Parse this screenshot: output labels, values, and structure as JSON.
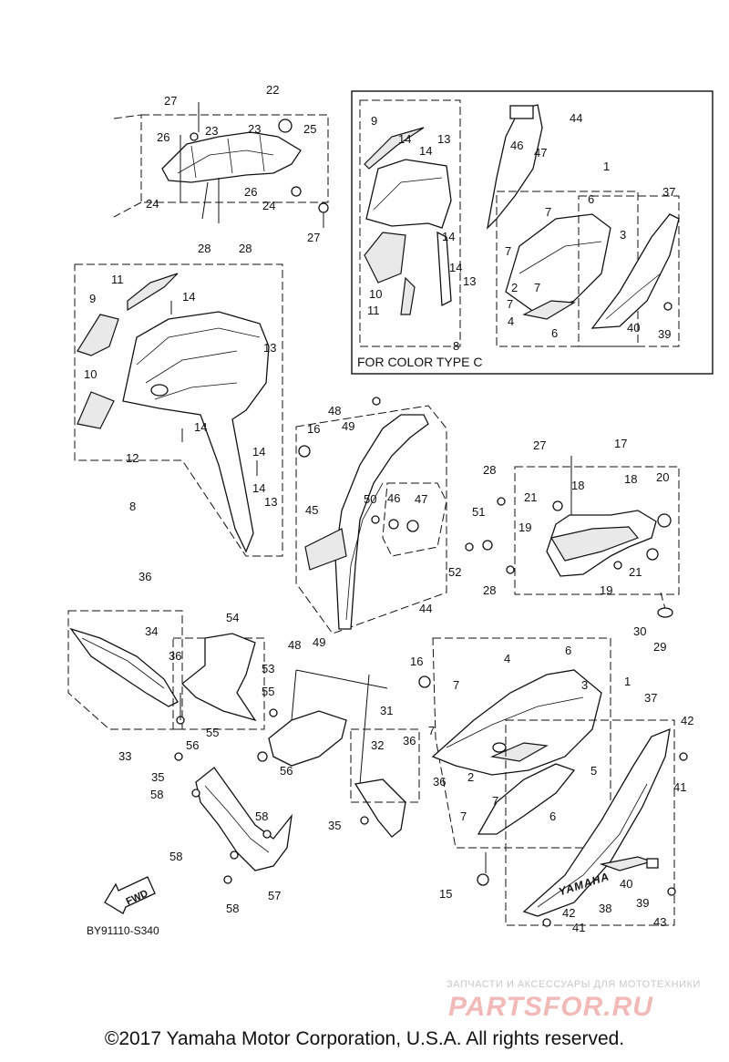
{
  "inset": {
    "title": "FOR COLOR TYPE C"
  },
  "diagram_code": "BY91110-S340",
  "fwd_label": "FWD",
  "brand_decal": "YAMAHA",
  "watermark": {
    "tagline": "ЗАПЧАСТИ И АКСЕССУАРЫ ДЛЯ МОТОТЕХНИКИ",
    "brand": "PARTSFOR.RU"
  },
  "copyright": "©2017 Yamaha Motor Corporation, U.S.A. All rights reserved.",
  "callouts": [
    {
      "id": "c1",
      "text": "27"
    },
    {
      "id": "c2",
      "text": "22"
    },
    {
      "id": "c3",
      "text": "23"
    },
    {
      "id": "c4",
      "text": "23"
    },
    {
      "id": "c5",
      "text": "25"
    },
    {
      "id": "c6",
      "text": "26"
    },
    {
      "id": "c7",
      "text": "26"
    },
    {
      "id": "c8",
      "text": "24"
    },
    {
      "id": "c9",
      "text": "24"
    },
    {
      "id": "c10",
      "text": "28"
    },
    {
      "id": "c11",
      "text": "28"
    },
    {
      "id": "c12",
      "text": "27"
    },
    {
      "id": "c13",
      "text": "11"
    },
    {
      "id": "c14",
      "text": "14"
    },
    {
      "id": "c15",
      "text": "9"
    },
    {
      "id": "c16",
      "text": "13"
    },
    {
      "id": "c17",
      "text": "10"
    },
    {
      "id": "c18",
      "text": "14"
    },
    {
      "id": "c19",
      "text": "12"
    },
    {
      "id": "c20",
      "text": "16"
    },
    {
      "id": "c21",
      "text": "14"
    },
    {
      "id": "c22",
      "text": "14"
    },
    {
      "id": "c23",
      "text": "13"
    },
    {
      "id": "c24",
      "text": "8"
    },
    {
      "id": "c25",
      "text": "9"
    },
    {
      "id": "c26",
      "text": "14"
    },
    {
      "id": "c27",
      "text": "14"
    },
    {
      "id": "c28",
      "text": "13"
    },
    {
      "id": "c29",
      "text": "44"
    },
    {
      "id": "c30",
      "text": "46"
    },
    {
      "id": "c31",
      "text": "47"
    },
    {
      "id": "c32",
      "text": "1"
    },
    {
      "id": "c33",
      "text": "6"
    },
    {
      "id": "c34",
      "text": "37"
    },
    {
      "id": "c35",
      "text": "7"
    },
    {
      "id": "c36",
      "text": "3"
    },
    {
      "id": "c37",
      "text": "7"
    },
    {
      "id": "c38",
      "text": "14"
    },
    {
      "id": "c39",
      "text": "10"
    },
    {
      "id": "c40",
      "text": "2"
    },
    {
      "id": "c41",
      "text": "14"
    },
    {
      "id": "c42",
      "text": "13"
    },
    {
      "id": "c43",
      "text": "7"
    },
    {
      "id": "c44",
      "text": "7"
    },
    {
      "id": "c45",
      "text": "11"
    },
    {
      "id": "c46",
      "text": "4"
    },
    {
      "id": "c47",
      "text": "40"
    },
    {
      "id": "c48",
      "text": "39"
    },
    {
      "id": "c49",
      "text": "6"
    },
    {
      "id": "c50",
      "text": "8"
    },
    {
      "id": "c51",
      "text": "48"
    },
    {
      "id": "c52",
      "text": "49"
    },
    {
      "id": "c53",
      "text": "27"
    },
    {
      "id": "c54",
      "text": "17"
    },
    {
      "id": "c55",
      "text": "28"
    },
    {
      "id": "c56",
      "text": "18"
    },
    {
      "id": "c57",
      "text": "18"
    },
    {
      "id": "c58",
      "text": "20"
    },
    {
      "id": "c59",
      "text": "21"
    },
    {
      "id": "c60",
      "text": "19"
    },
    {
      "id": "c61",
      "text": "50"
    },
    {
      "id": "c62",
      "text": "46"
    },
    {
      "id": "c63",
      "text": "47"
    },
    {
      "id": "c64",
      "text": "51"
    },
    {
      "id": "c65",
      "text": "45"
    },
    {
      "id": "c66",
      "text": "52"
    },
    {
      "id": "c67",
      "text": "21"
    },
    {
      "id": "c68",
      "text": "28"
    },
    {
      "id": "c69",
      "text": "19"
    },
    {
      "id": "c70",
      "text": "44"
    },
    {
      "id": "c71",
      "text": "30"
    },
    {
      "id": "c72",
      "text": "29"
    },
    {
      "id": "c73",
      "text": "48"
    },
    {
      "id": "c74",
      "text": "49"
    },
    {
      "id": "c75",
      "text": "36"
    },
    {
      "id": "c76",
      "text": "54"
    },
    {
      "id": "c77",
      "text": "34"
    },
    {
      "id": "c78",
      "text": "36"
    },
    {
      "id": "c79",
      "text": "53"
    },
    {
      "id": "c80",
      "text": "55"
    },
    {
      "id": "c81",
      "text": "55"
    },
    {
      "id": "c82",
      "text": "56"
    },
    {
      "id": "c83",
      "text": "33"
    },
    {
      "id": "c84",
      "text": "35"
    },
    {
      "id": "c85",
      "text": "58"
    },
    {
      "id": "c86",
      "text": "56"
    },
    {
      "id": "c87",
      "text": "31"
    },
    {
      "id": "c88",
      "text": "32"
    },
    {
      "id": "c89",
      "text": "36"
    },
    {
      "id": "c90",
      "text": "36"
    },
    {
      "id": "c91",
      "text": "35"
    },
    {
      "id": "c92",
      "text": "58"
    },
    {
      "id": "c93",
      "text": "58"
    },
    {
      "id": "c94",
      "text": "57"
    },
    {
      "id": "c95",
      "text": "58"
    },
    {
      "id": "c96",
      "text": "16"
    },
    {
      "id": "c97",
      "text": "4"
    },
    {
      "id": "c98",
      "text": "6"
    },
    {
      "id": "c99",
      "text": "1"
    },
    {
      "id": "c100",
      "text": "7"
    },
    {
      "id": "c101",
      "text": "3"
    },
    {
      "id": "c102",
      "text": "7"
    },
    {
      "id": "c103",
      "text": "37"
    },
    {
      "id": "c104",
      "text": "2"
    },
    {
      "id": "c105",
      "text": "5"
    },
    {
      "id": "c106",
      "text": "42"
    },
    {
      "id": "c107",
      "text": "41"
    },
    {
      "id": "c108",
      "text": "7"
    },
    {
      "id": "c109",
      "text": "7"
    },
    {
      "id": "c110",
      "text": "6"
    },
    {
      "id": "c111",
      "text": "15"
    },
    {
      "id": "c112",
      "text": "40"
    },
    {
      "id": "c113",
      "text": "39"
    },
    {
      "id": "c114",
      "text": "38"
    },
    {
      "id": "c115",
      "text": "42"
    },
    {
      "id": "c116",
      "text": "41"
    },
    {
      "id": "c117",
      "text": "43"
    }
  ]
}
